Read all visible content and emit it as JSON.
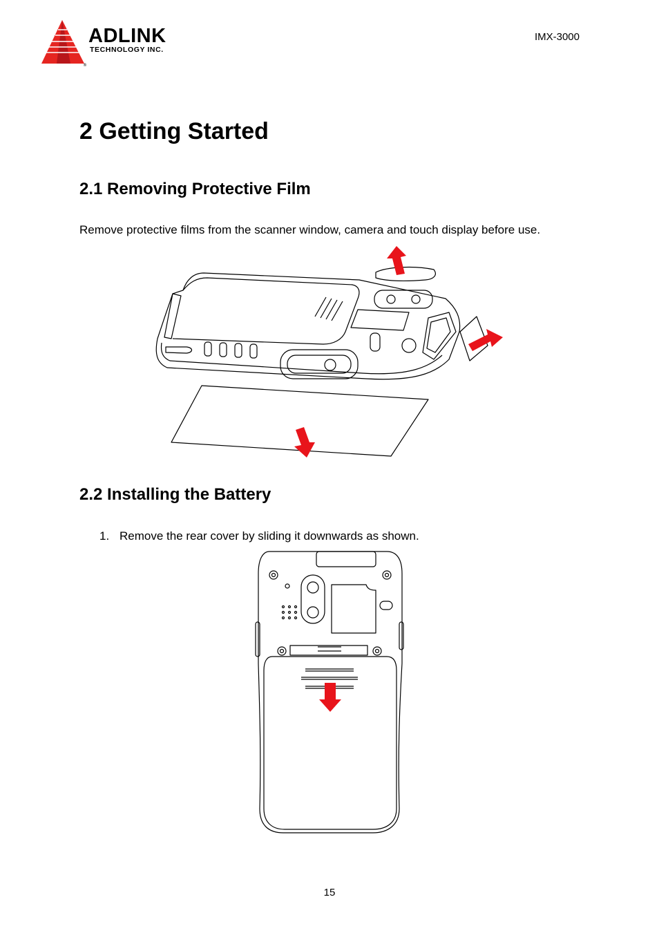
{
  "header": {
    "brand": "ADLINK",
    "tagline": "TECHNOLOGY INC.",
    "model": "IMX-3000"
  },
  "title": "2 Getting Started",
  "section1": {
    "heading": "2.1 Removing Protective Film",
    "body": "Remove protective films from the scanner window, camera and touch display before use."
  },
  "section2": {
    "heading": "2.2 Installing the Battery",
    "steps": [
      {
        "number": "1.",
        "text": "Remove the rear cover by sliding it downwards as shown."
      }
    ]
  },
  "footer": {
    "page_number": "15"
  },
  "colors": {
    "logo_red": "#E52521",
    "arrow_red": "#E8141B",
    "line": "#000000"
  },
  "icons": {
    "logo": "adlink-triangle-logo",
    "arrows": "red-direction-arrow"
  }
}
